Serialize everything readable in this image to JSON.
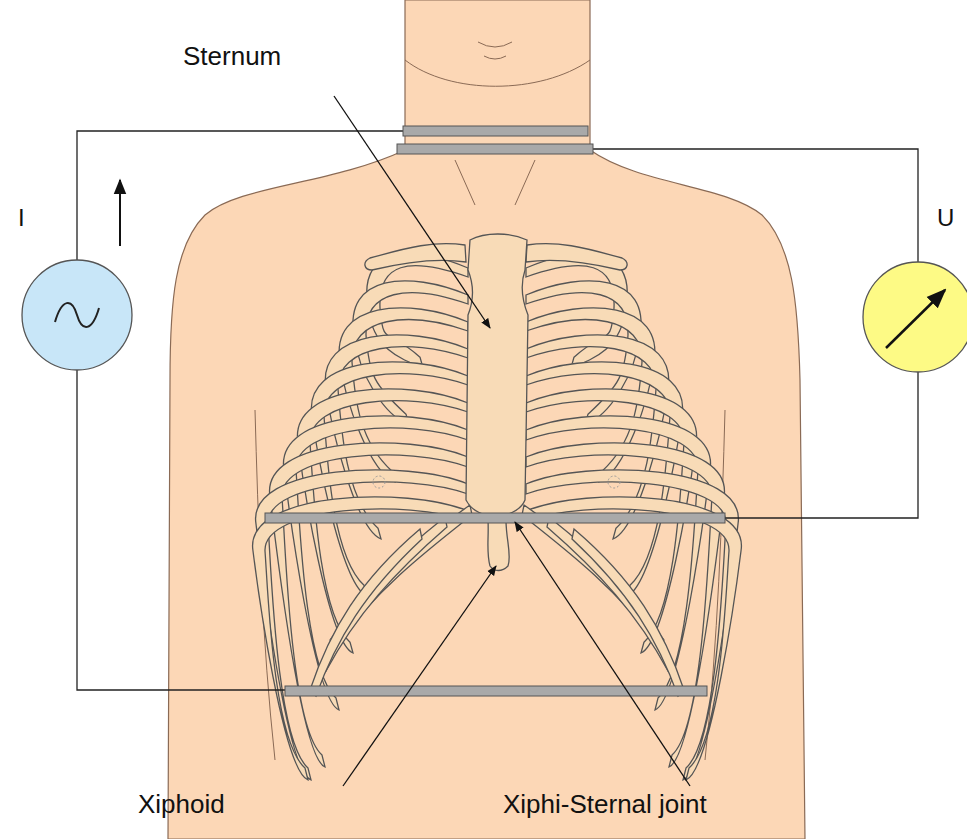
{
  "diagram": {
    "labels": [
      "Sternum",
      "I",
      "U",
      "Xiphoid",
      "Xiphi-Sternal joint"
    ]
  }
}
